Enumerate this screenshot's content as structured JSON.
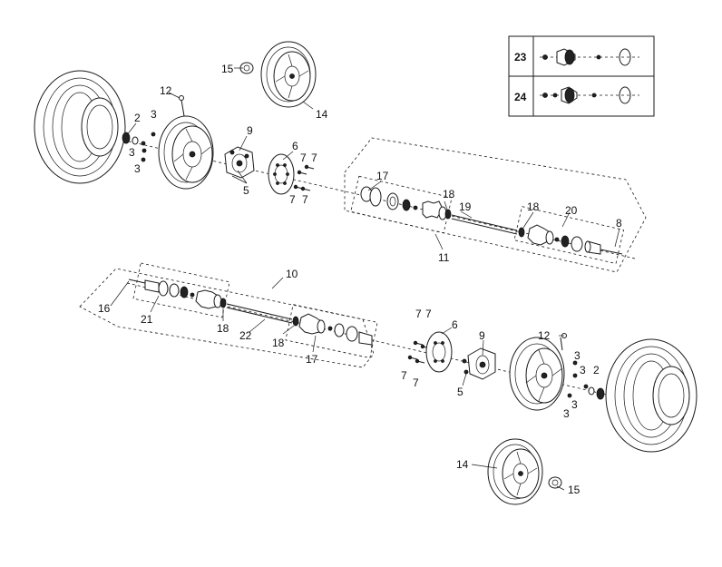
{
  "callouts": {
    "c2_left": "2",
    "c3_left_a": "3",
    "c3_left_b": "3",
    "c3_left_c": "3",
    "c12_left": "12",
    "c15_top": "15",
    "c14_top": "14",
    "c9_top": "9",
    "c6_top": "6",
    "c7_top_a": "7",
    "c7_top_b": "7",
    "c7_top_c": "7",
    "c7_top_d": "7",
    "c5_top": "5",
    "c17_top": "17",
    "c18_top_a": "18",
    "c19_top": "19",
    "c18_top_b": "18",
    "c20_top": "20",
    "c8_top": "8",
    "c11_top": "11",
    "c10_bot": "10",
    "c16_bot": "16",
    "c21_bot": "21",
    "c18_bot_a": "18",
    "c22_bot": "22",
    "c18_bot_b": "18",
    "c17_bot": "17",
    "c7_bot_a": "7",
    "c7_bot_b": "7",
    "c7_bot_c": "7",
    "c7_bot_d": "7",
    "c6_bot": "6",
    "c9_bot": "9",
    "c5_bot": "5",
    "c12_bot": "12",
    "c3_bot_a": "3",
    "c3_bot_b": "3",
    "c3_bot_c": "3",
    "c3_bot_d": "3",
    "c2_bot": "2",
    "c14_bot": "14",
    "c15_bot": "15"
  },
  "legend": {
    "row1_label": "23",
    "row2_label": "24"
  },
  "icons": [
    "tire",
    "wheel-rim",
    "hub",
    "brake-disc",
    "drive-shaft",
    "cv-joint",
    "boot",
    "nut",
    "bolt",
    "cotter-pin"
  ]
}
